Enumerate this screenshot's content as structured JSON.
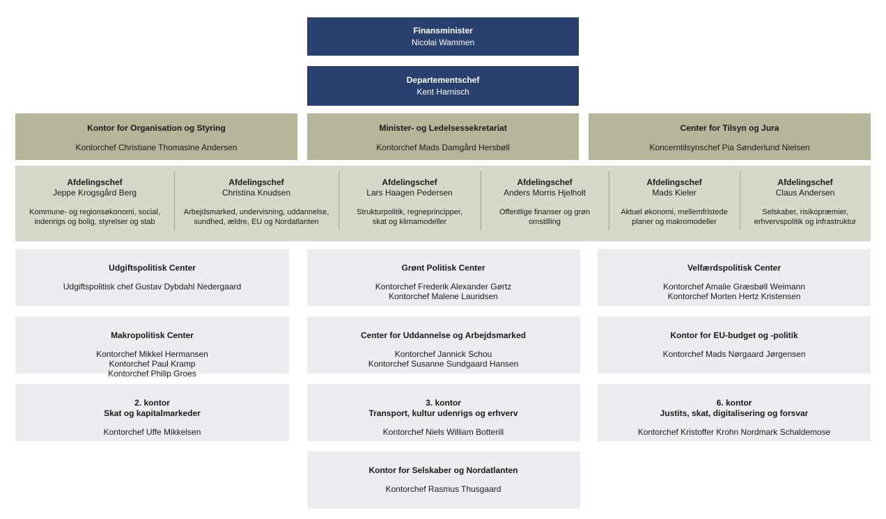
{
  "colors": {
    "navy": "#2a4170",
    "olive": "#b7b59a",
    "band": "#d8d8ca",
    "cell": "#ececf1",
    "divider": "#9f9f95",
    "text": "#1a1a1a"
  },
  "leadership": [
    {
      "title": "Finansminister",
      "name": "Nicolai Wammen"
    },
    {
      "title": "Departementschef",
      "name": "Kent Harnisch"
    }
  ],
  "staff_offices": [
    {
      "title": "Kontor for Organisation og Styring",
      "name": "Kontorchef Christiane Thomasine Andersen"
    },
    {
      "title": "Minister- og Ledelsessekretariat",
      "name": "Kontorchef Mads Damgård Hersbøll"
    },
    {
      "title": "Center for Tilsyn og Jura",
      "name": "Koncerntilsynschef Pia Sønderlund Nielsen"
    }
  ],
  "departments": [
    {
      "title": "Afdelingschef",
      "name": "Jeppe Krogsgård Berg",
      "description": "Kommune- og regionsøkonomi, social,\nindenrigs og bolig, styrelser og stab"
    },
    {
      "title": "Afdelingschef",
      "name": "Christina Knudsen",
      "description": "Arbejdsmarked, undervisning, uddannelse,\nsundhed, ældre, EU og Nordatlanten"
    },
    {
      "title": "Afdelingschef",
      "name": "Lars Haagen Pedersen",
      "description": "Strukturpolitik, regneprincipper,\nskat og klimamodeller"
    },
    {
      "title": "Afdelingschef",
      "name": "Anders Morris Hjelholt",
      "description": "Offentlige finanser og grøn\nomstilling"
    },
    {
      "title": "Afdelingschef",
      "name": "Mads Kieler",
      "description": "Aktuel økonomi, mellemfristede\nplaner og makromodeller"
    },
    {
      "title": "Afdelingschef",
      "name": "Claus Andersen",
      "description": "Selskaber, risikopræmier,\nerhvervspolitik og infrastruktur"
    }
  ],
  "offices": [
    [
      {
        "title": "Udgiftspolitisk Center",
        "names": "Udgiftspolitisk chef Gustav Dybdahl Nedergaard"
      },
      {
        "title": "Grønt Politisk Center",
        "names": "Kontorchef Frederik Alexander Gørtz\nKontorchef Malene Lauridsen"
      },
      {
        "title": "Velfærdspolitisk Center",
        "names": "Kontorchef Amalie Græsbøll Weimann\nKontorchef Morten Hertz Kristensen"
      }
    ],
    [
      {
        "title": "Makropolitisk Center",
        "names": "Kontorchef Mikkel Hermansen\nKontorchef Paul Kramp\nKontorchef Philip Groes"
      },
      {
        "title": "Center for Uddannelse og Arbejdsmarked",
        "names": "Kontorchef Jannick Schou\nKontorchef Susanne Sundgaard Hansen"
      },
      {
        "title": "Kontor for EU-budget og -politik",
        "names": "Kontorchef Mads Nørgaard Jørgensen"
      }
    ],
    [
      {
        "title": "2. kontor\nSkat og kapitalmarkeder",
        "names": "Kontorchef Uffe Mikkelsen"
      },
      {
        "title": "3. kontor\nTransport, kultur udenrigs og erhverv",
        "names": "Kontorchef Niels William Botterill"
      },
      {
        "title": "6. kontor\nJustits, skat, digitalisering og forsvar",
        "names": "Kontorchef Kristoffer Krohn Nordmark Schaldemose"
      }
    ],
    [
      {
        "title": "Kontor for Selskaber og Nordatlanten",
        "names": "Kontorchef Rasmus Thusgaard"
      }
    ]
  ]
}
